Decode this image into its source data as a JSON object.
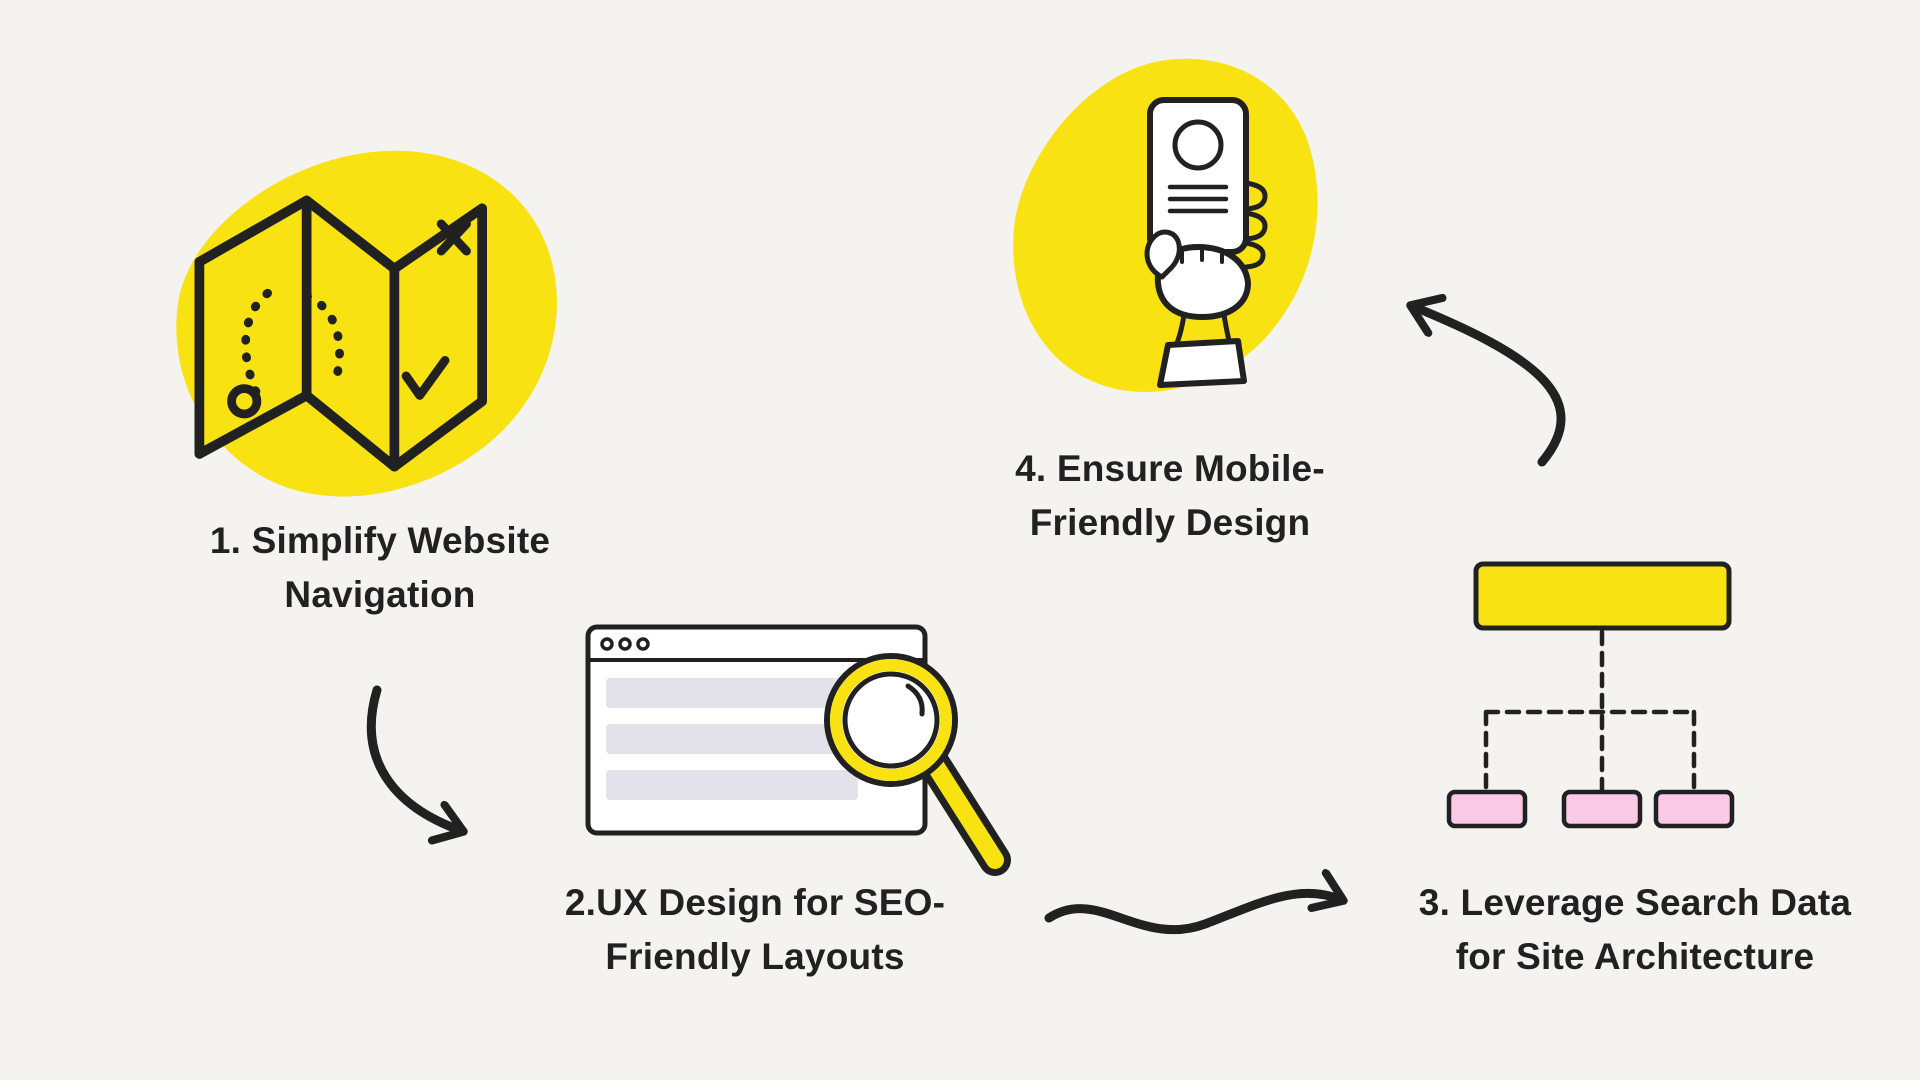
{
  "colors": {
    "background": "#F4F3F0",
    "accent_yellow": "#F8E211",
    "accent_pink": "#F9C9E6",
    "ink": "#212121",
    "bar_gray": "#E3E2EB"
  },
  "steps": [
    {
      "number": "1",
      "label_line1": "1. Simplify Website",
      "label_line2": "Navigation",
      "icon": "folded-map-icon"
    },
    {
      "number": "2",
      "label_line1": "2.UX Design for SEO-",
      "label_line2": "Friendly Layouts",
      "icon": "browser-window-magnifier-icon"
    },
    {
      "number": "3",
      "label_line1": "3. Leverage Search Data",
      "label_line2": "for Site Architecture",
      "icon": "sitemap-icon"
    },
    {
      "number": "4",
      "label_line1": "4. Ensure Mobile-",
      "label_line2": "Friendly Design",
      "icon": "hand-holding-phone-icon"
    }
  ],
  "arrows": [
    {
      "name": "arrow-step1-to-step2",
      "direction": "down-right"
    },
    {
      "name": "arrow-step2-to-step3",
      "direction": "right"
    },
    {
      "name": "arrow-step3-to-step4",
      "direction": "up-left"
    }
  ]
}
